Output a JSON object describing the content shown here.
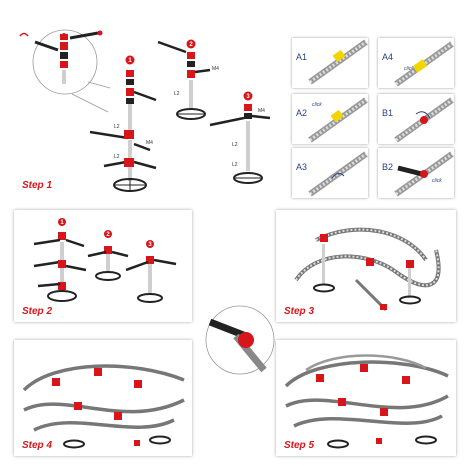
{
  "steps": {
    "step1": "Step 1",
    "step2": "Step 2",
    "step3": "Step 3",
    "step4": "Step 4",
    "step5": "Step 5"
  },
  "badges": {
    "b1": "1",
    "b2": "2",
    "b3": "3"
  },
  "part_tags": {
    "l2": "L2",
    "m4": "M4"
  },
  "mini_panels": {
    "a1": "A1",
    "a2": "A2",
    "a3": "A3",
    "a4": "A4",
    "b1": "B1",
    "b2": "B2",
    "click": "click"
  },
  "colors": {
    "accent": "#d7161b",
    "mini_label": "#2a3f86",
    "part_black": "#222222"
  }
}
